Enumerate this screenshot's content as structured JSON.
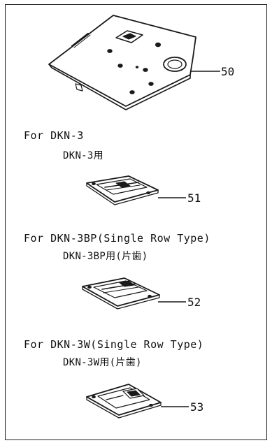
{
  "sections": [
    {
      "heading": "",
      "subheading": "",
      "part_number": "50"
    },
    {
      "heading": "For DKN-3",
      "subheading": "DKN-3用",
      "part_number": "51"
    },
    {
      "heading": "For DKN-3BP(Single Row Type)",
      "subheading": "DKN-3BP用(片歯)",
      "part_number": "52"
    },
    {
      "heading": "For DKN-3W(Single Row Type)",
      "subheading": "DKN-3W用(片歯)",
      "part_number": "53"
    }
  ],
  "colors": {
    "line": "#1a1a1a",
    "background": "#ffffff"
  },
  "icons": {
    "part_50": "throat-plate-icon",
    "part_51": "feed-plate-icon",
    "part_52": "feed-plate-icon",
    "part_53": "feed-plate-icon"
  }
}
